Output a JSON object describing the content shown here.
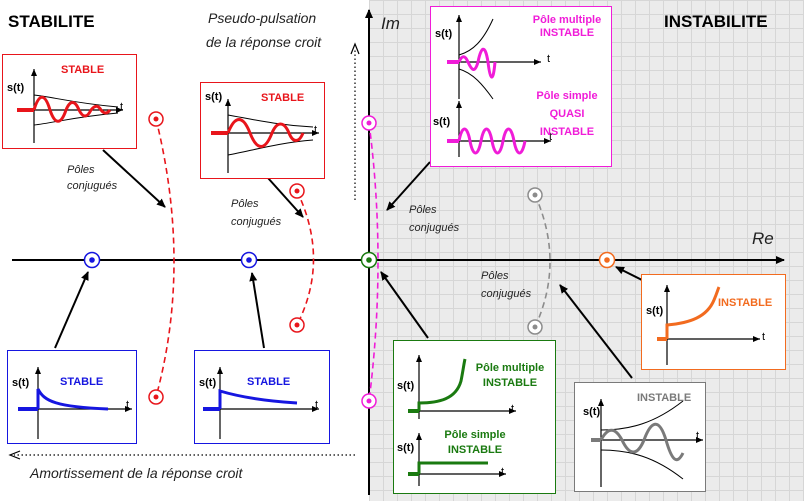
{
  "title_left": "STABILITE",
  "title_right": "INSTABILITE",
  "axis_im": "Im",
  "axis_re": "Re",
  "pseudo_pulsation_line1": "Pseudo-pulsation",
  "pseudo_pulsation_line2": "de la réponse croit",
  "amortissement": "Amortissement de la réponse croit",
  "poles_conj_line1": "Pôles",
  "poles_conj_line2": "conjugués",
  "axis_t": "t",
  "signal_label": "s(t)",
  "boxes": {
    "stable_osc_left": {
      "label": "STABLE"
    },
    "stable_osc_mid": {
      "label": "STABLE"
    },
    "stable_exp_left": {
      "label": "STABLE"
    },
    "stable_exp_mid": {
      "label": "STABLE"
    },
    "multiple_magenta": {
      "line1": "Pôle multiple",
      "line2": "INSTABLE"
    },
    "simple_magenta": {
      "line1": "Pôle simple",
      "line2": "QUASI",
      "line3": "INSTABLE"
    },
    "multiple_green": {
      "line1": "Pôle multiple",
      "line2": "INSTABLE"
    },
    "simple_green": {
      "line1": "Pôle simple",
      "line2": "INSTABLE"
    },
    "orange": {
      "label": "INSTABLE"
    },
    "grey": {
      "label": "INSTABLE"
    }
  },
  "colors": {
    "red": "#e8151b",
    "blue": "#1616e0",
    "magenta": "#f01cd8",
    "green": "#1a7a10",
    "orange": "#f26b1f",
    "grey": "#7a7a7a"
  }
}
